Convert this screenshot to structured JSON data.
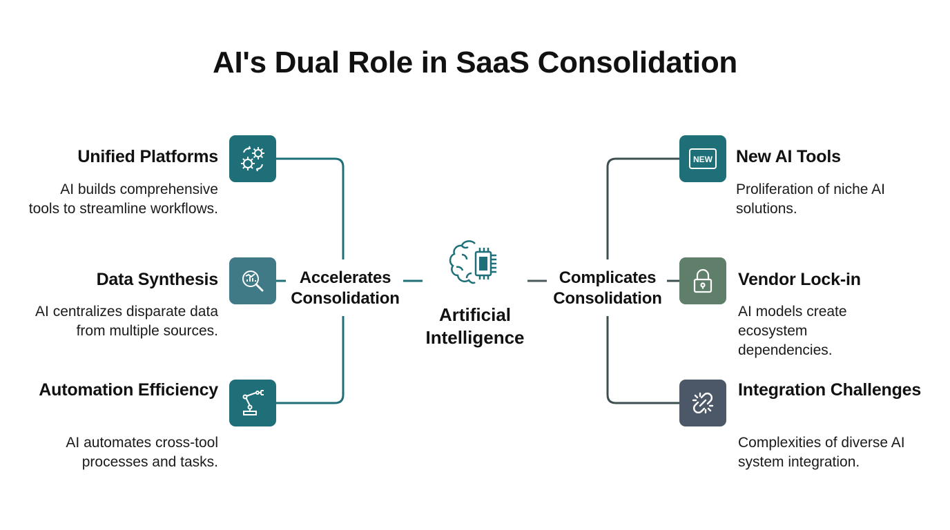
{
  "title": "AI's Dual Role in SaaS Consolidation",
  "center": {
    "label": "Artificial Intelligence",
    "icon": "brain-chip-icon"
  },
  "hubs": {
    "accelerates": "Accelerates Consolidation",
    "complicates": "Complicates Consolidation"
  },
  "left_items": [
    {
      "title": "Unified Platforms",
      "desc": "AI builds comprehensive tools to streamline workflows.",
      "icon": "gears-icon",
      "color": "#1e6f78"
    },
    {
      "title": "Data Synthesis",
      "desc": "AI centralizes disparate data from multiple sources.",
      "icon": "data-magnifier-icon",
      "color": "#3f7a86"
    },
    {
      "title": "Automation Efficiency",
      "desc": "AI automates cross-tool processes and tasks.",
      "icon": "robotic-arm-icon",
      "color": "#1e6f78"
    }
  ],
  "right_items": [
    {
      "title": "New AI Tools",
      "desc": "Proliferation of niche AI solutions.",
      "icon": "new-badge-icon",
      "badge_text": "NEW",
      "color": "#1e6f78"
    },
    {
      "title": "Vendor Lock-in",
      "desc": "AI models create ecosystem dependencies.",
      "icon": "padlock-icon",
      "color": "#5f7f6a"
    },
    {
      "title": "Integration Challenges",
      "desc": "Complexities of diverse AI system integration.",
      "icon": "broken-link-icon",
      "color": "#4c5868"
    }
  ],
  "colors": {
    "left_line": "#1e6f78",
    "right_line": "#3e4f52",
    "center_icon": "#1e6f78"
  }
}
